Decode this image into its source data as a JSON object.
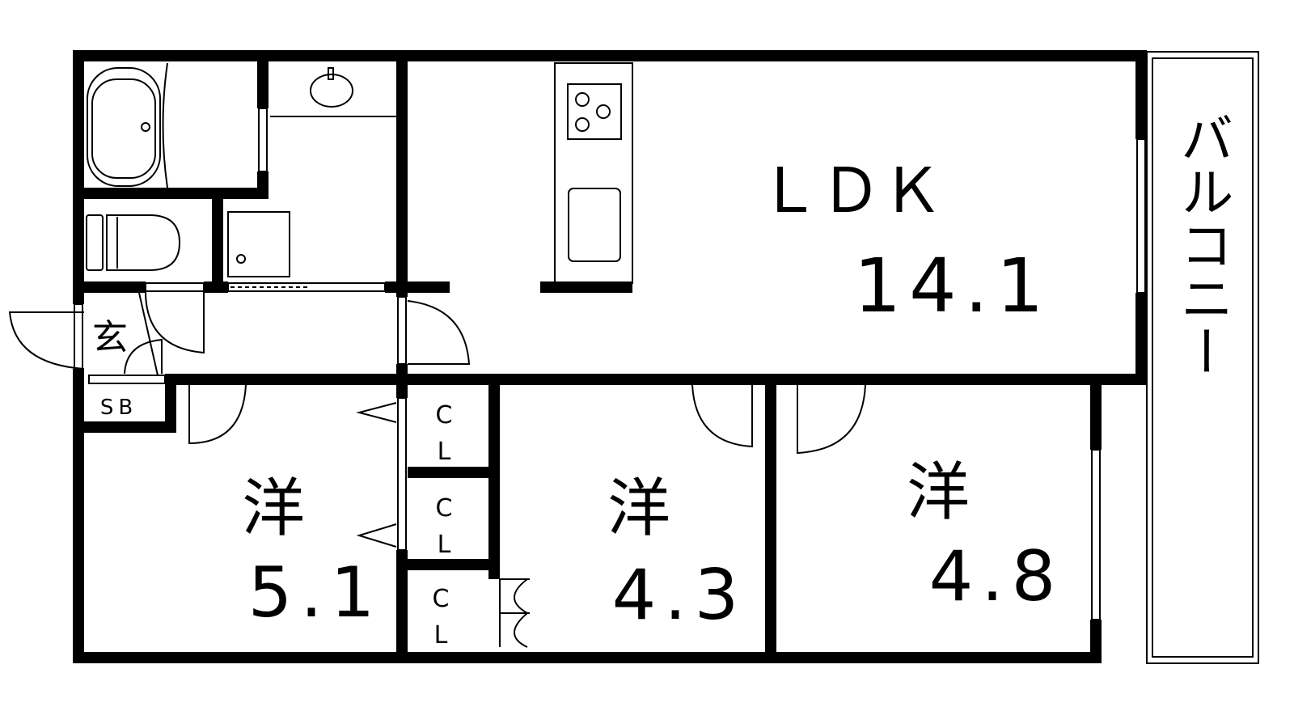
{
  "rooms": {
    "ldk": {
      "label": "ＬＤＫ",
      "size": "14.1"
    },
    "western1": {
      "label": "洋",
      "size": "5.1"
    },
    "western2": {
      "label": "洋",
      "size": "4.3"
    },
    "western3": {
      "label": "洋",
      "size": "4.8"
    },
    "entrance": {
      "label": "玄"
    },
    "shoe_box": {
      "label": "SB"
    },
    "closet1": {
      "line1": "C",
      "line2": "L"
    },
    "closet2": {
      "line1": "C",
      "line2": "L"
    },
    "closet3": {
      "line1": "C",
      "line2": "L"
    },
    "balcony": {
      "label": "バルコニー"
    }
  },
  "colors": {
    "wall": "#000000",
    "background": "#ffffff"
  }
}
